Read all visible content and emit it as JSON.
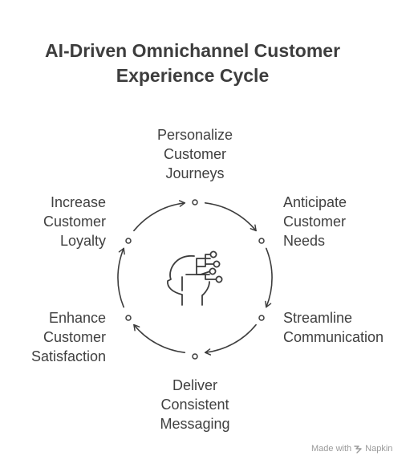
{
  "title": {
    "line1": "AI-Driven Omnichannel Customer",
    "line2": "Experience Cycle"
  },
  "steps": [
    {
      "lines": [
        "Personalize",
        "Customer",
        "Journeys"
      ]
    },
    {
      "lines": [
        "Anticipate",
        "Customer",
        "Needs"
      ]
    },
    {
      "lines": [
        "Streamline",
        "Communication"
      ]
    },
    {
      "lines": [
        "Deliver",
        "Consistent",
        "Messaging"
      ]
    },
    {
      "lines": [
        "Enhance",
        "Customer",
        "Satisfaction"
      ]
    },
    {
      "lines": [
        "Increase",
        "Customer",
        "Loyalty"
      ]
    }
  ],
  "center_icon": "ai-head-circuit-icon",
  "footer": {
    "prefix": "Made with",
    "brand": "Napkin",
    "brand_icon": "napkin-logo-icon"
  }
}
